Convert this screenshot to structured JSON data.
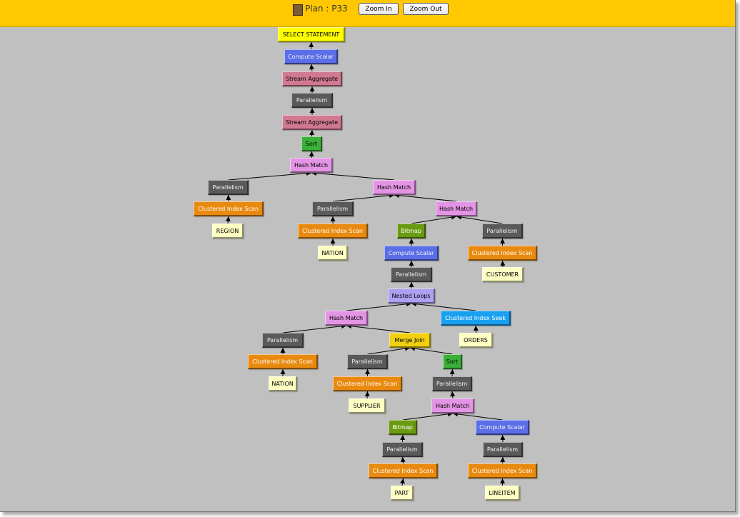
{
  "toolbar": {
    "plan_label": "Plan : P33",
    "zoom_in_label": "Zoom In",
    "zoom_out_label": "Zoom Out"
  },
  "colors": {
    "toolbar_bg": "#ffc800",
    "canvas_bg": "#c0c0c0",
    "select": "#ffff00",
    "compute_scalar": "#5a6ee8",
    "stream_aggregate": "#d07a92",
    "parallelism": "#5a5a5a",
    "sort": "#3ab03a",
    "hash_match": "#e494e4",
    "clustered_index_scan": "#e98a10",
    "table": "#ffffc4",
    "bitmap": "#6a9a10",
    "nested_loops": "#aca0f0",
    "clustered_index_seek": "#1aa0f0",
    "merge_join": "#f0d010"
  },
  "nodes": [
    {
      "id": "n1",
      "label": "SELECT STATEMENT",
      "type": "select",
      "parent": null
    },
    {
      "id": "n2",
      "label": "Compute Scalar",
      "type": "compute_scalar",
      "parent": "n1"
    },
    {
      "id": "n3",
      "label": "Stream Aggregate",
      "type": "stream_aggregate",
      "parent": "n2"
    },
    {
      "id": "n4",
      "label": "Parallelism",
      "type": "parallelism",
      "parent": "n3"
    },
    {
      "id": "n5",
      "label": "Stream Aggregate",
      "type": "stream_aggregate",
      "parent": "n4"
    },
    {
      "id": "n6",
      "label": "Sort",
      "type": "sort",
      "parent": "n5"
    },
    {
      "id": "n7",
      "label": "Hash Match",
      "type": "hash_match",
      "parent": "n6"
    },
    {
      "id": "n8",
      "label": "Parallelism",
      "type": "parallelism",
      "parent": "n7"
    },
    {
      "id": "n9",
      "label": "Clustered Index Scan",
      "type": "clustered_index_scan",
      "parent": "n8"
    },
    {
      "id": "n10",
      "label": "REGION",
      "type": "table",
      "parent": "n9"
    },
    {
      "id": "n11",
      "label": "Hash Match",
      "type": "hash_match",
      "parent": "n7"
    },
    {
      "id": "n12",
      "label": "Parallelism",
      "type": "parallelism",
      "parent": "n11"
    },
    {
      "id": "n13",
      "label": "Clustered Index Scan",
      "type": "clustered_index_scan",
      "parent": "n12"
    },
    {
      "id": "n14",
      "label": "NATION",
      "type": "table",
      "parent": "n13"
    },
    {
      "id": "n15",
      "label": "Hash Match",
      "type": "hash_match",
      "parent": "n11"
    },
    {
      "id": "n16",
      "label": "Bitmap",
      "type": "bitmap",
      "parent": "n15"
    },
    {
      "id": "n17",
      "label": "Compute Scalar",
      "type": "compute_scalar",
      "parent": "n16"
    },
    {
      "id": "n18",
      "label": "Parallelism",
      "type": "parallelism",
      "parent": "n17"
    },
    {
      "id": "n19",
      "label": "Nested Loops",
      "type": "nested_loops",
      "parent": "n18"
    },
    {
      "id": "n20",
      "label": "Parallelism",
      "type": "parallelism",
      "parent": "n15"
    },
    {
      "id": "n21",
      "label": "Clustered Index Scan",
      "type": "clustered_index_scan",
      "parent": "n20"
    },
    {
      "id": "n22",
      "label": "CUSTOMER",
      "type": "table",
      "parent": "n21"
    },
    {
      "id": "n23",
      "label": "Hash Match",
      "type": "hash_match",
      "parent": "n19"
    },
    {
      "id": "n24",
      "label": "Clustered Index Seek",
      "type": "clustered_index_seek",
      "parent": "n19"
    },
    {
      "id": "n25",
      "label": "ORDERS",
      "type": "table",
      "parent": "n24"
    },
    {
      "id": "n26",
      "label": "Parallelism",
      "type": "parallelism",
      "parent": "n23"
    },
    {
      "id": "n27",
      "label": "Clustered Index Scan",
      "type": "clustered_index_scan",
      "parent": "n26"
    },
    {
      "id": "n28",
      "label": "NATION",
      "type": "table",
      "parent": "n27"
    },
    {
      "id": "n29",
      "label": "Merge Join",
      "type": "merge_join",
      "parent": "n23"
    },
    {
      "id": "n30",
      "label": "Parallelism",
      "type": "parallelism",
      "parent": "n29"
    },
    {
      "id": "n31",
      "label": "Clustered Index Scan",
      "type": "clustered_index_scan",
      "parent": "n30"
    },
    {
      "id": "n32",
      "label": "SUPPLIER",
      "type": "table",
      "parent": "n31"
    },
    {
      "id": "n33",
      "label": "Sort",
      "type": "sort",
      "parent": "n29"
    },
    {
      "id": "n34",
      "label": "Parallelism",
      "type": "parallelism",
      "parent": "n33"
    },
    {
      "id": "n35",
      "label": "Hash Match",
      "type": "hash_match",
      "parent": "n34"
    },
    {
      "id": "n36",
      "label": "Bitmap",
      "type": "bitmap",
      "parent": "n35"
    },
    {
      "id": "n37",
      "label": "Parallelism",
      "type": "parallelism",
      "parent": "n36"
    },
    {
      "id": "n38",
      "label": "Clustered Index Scan",
      "type": "clustered_index_scan",
      "parent": "n37"
    },
    {
      "id": "n39",
      "label": "PART",
      "type": "table",
      "parent": "n38"
    },
    {
      "id": "n40",
      "label": "Compute Scalar",
      "type": "compute_scalar",
      "parent": "n35"
    },
    {
      "id": "n41",
      "label": "Parallelism",
      "type": "parallelism",
      "parent": "n40"
    },
    {
      "id": "n42",
      "label": "Clustered Index Scan",
      "type": "clustered_index_scan",
      "parent": "n41"
    },
    {
      "id": "n43",
      "label": "LINEITEM",
      "type": "table",
      "parent": "n42"
    }
  ]
}
